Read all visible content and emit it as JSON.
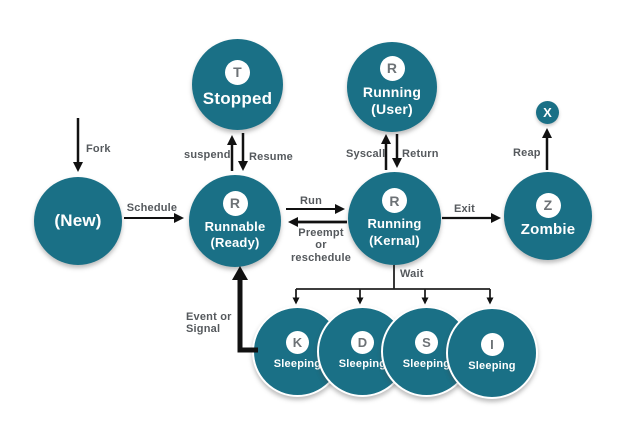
{
  "title": "Process state diagram",
  "colors": {
    "node_fill": "#1A7086",
    "node_text": "#FFFFFF",
    "badge_bg": "#FFFFFF",
    "badge_text": "#6D7276",
    "edge_label_text": "#55595D",
    "arrow": "#111111",
    "background": "#FFFFFF"
  },
  "nodes": {
    "new": {
      "label": "(New)"
    },
    "stopped": {
      "badge": "T",
      "label": "Stopped"
    },
    "running_user": {
      "badge": "R",
      "line1": "Running",
      "line2": "(User)"
    },
    "runnable": {
      "badge": "R",
      "line1": "Runnable",
      "line2": "(Ready)"
    },
    "running_kernel": {
      "badge": "R",
      "line1": "Running",
      "line2": "(Kernal)"
    },
    "zombie": {
      "badge": "Z",
      "label": "Zombie"
    },
    "terminated": {
      "badge": "X"
    },
    "sleeping": [
      {
        "badge": "K",
        "label": "Sleeping"
      },
      {
        "badge": "D",
        "label": "Sleeping"
      },
      {
        "badge": "S",
        "label": "Sleeping"
      },
      {
        "badge": "I",
        "label": "Sleeping"
      }
    ]
  },
  "edges": {
    "fork": "Fork",
    "schedule": "Schedule",
    "suspend": "suspend",
    "resume": "Resume",
    "syscall": "Syscall",
    "return": "Return",
    "run": "Run",
    "preempt": "Preempt\nor\nreschedule",
    "exit": "Exit",
    "reap": "Reap",
    "wait": "Wait",
    "event": "Event or\nSignal"
  }
}
